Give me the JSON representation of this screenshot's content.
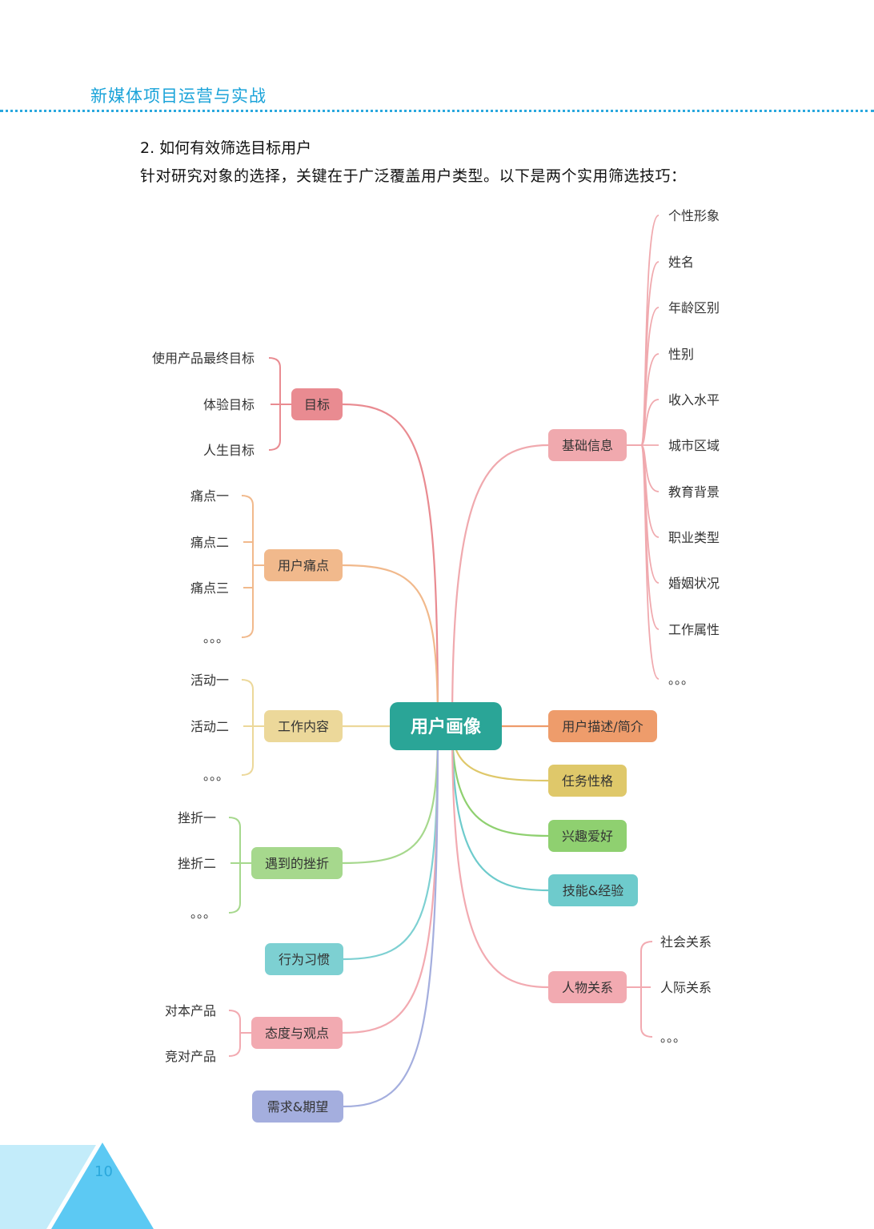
{
  "header": {
    "title": "新媒体项目运营与实战"
  },
  "section": {
    "heading": "2. 如何有效筛选目标用户",
    "subtitle": "针对研究对象的选择，关键在于广泛覆盖用户类型。以下是两个实用筛选技巧："
  },
  "mindmap": {
    "center": "用户画像",
    "left_branches": [
      {
        "label": "目标",
        "color": "#e98b91",
        "items": [
          "使用产品最终目标",
          "体验目标",
          "人生目标"
        ]
      },
      {
        "label": "用户痛点",
        "color": "#f1b98c",
        "items": [
          "痛点一",
          "痛点二",
          "痛点三",
          "。。。"
        ]
      },
      {
        "label": "工作内容",
        "color": "#ecd89a",
        "items": [
          "活动一",
          "活动二",
          "。。。"
        ]
      },
      {
        "label": "遇到的挫折",
        "color": "#a6d88d",
        "items": [
          "挫折一",
          "挫折二",
          "。。。"
        ]
      },
      {
        "label": "行为习惯",
        "color": "#7dd0d2",
        "items": []
      },
      {
        "label": "态度与观点",
        "color": "#f2aab1",
        "items": [
          "对本产品",
          "竞对产品"
        ]
      },
      {
        "label": "需求&期望",
        "color": "#a4aede",
        "items": []
      }
    ],
    "right_branches": [
      {
        "label": "基础信息",
        "color": "#f0a9ae",
        "items": [
          "个性形象",
          "姓名",
          "年龄区别",
          "性别",
          "收入水平",
          "城市区域",
          "教育背景",
          "职业类型",
          "婚姻状况",
          "工作属性",
          "。。。"
        ]
      },
      {
        "label": "用户描述/简介",
        "color": "#ee9c6b",
        "items": []
      },
      {
        "label": "任务性格",
        "color": "#dfc86a",
        "items": []
      },
      {
        "label": "兴趣爱好",
        "color": "#8fd070",
        "items": []
      },
      {
        "label": "技能&经验",
        "color": "#6ecbcc",
        "items": []
      },
      {
        "label": "人物关系",
        "color": "#f2aab1",
        "items": [
          "社会关系",
          "人际关系",
          "。。。"
        ]
      }
    ],
    "center_color": "#2aa597"
  },
  "footer": {
    "page_number": "10"
  }
}
